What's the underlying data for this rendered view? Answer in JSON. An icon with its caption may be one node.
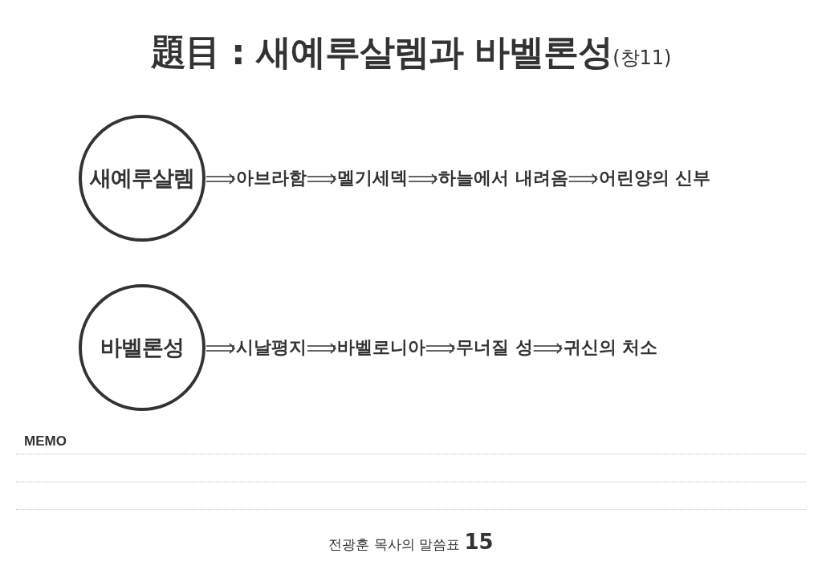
{
  "diagram": {
    "title": "題目 : 새예루살렘과 바벨론성$_{(창11)}$",
    "nodes": [
      {
        "text": [
          "새예루살렘"
        ]
      },
      {
        "text": [
          "아브라함"
        ]
      },
      {
        "text": [
          "멜기세덱"
        ]
      },
      {
        "text": [
          "하늘에서 내려옴"
        ]
      },
      {
        "text": [
          "어린양의 신부"
        ]
      },
      {
        "text": [
          "바벨론성"
        ]
      },
      {
        "text": [
          "시날평지"
        ]
      },
      {
        "text": [
          "바벨로니아"
        ]
      },
      {
        "text": [
          "무너질 성"
        ]
      },
      {
        "text": [
          "귀신의 처소"
        ]
      }
    ],
    "edges": [
      {
        "from": 0,
        "to": 1,
        "arrow": "to"
      },
      {
        "from": 1,
        "to": 2,
        "arrow": "to"
      },
      {
        "from": 2,
        "to": 3,
        "arrow": "to"
      },
      {
        "from": 3,
        "to": 4,
        "arrow": "to"
      },
      {
        "from": 5,
        "to": 6,
        "arrow": "to"
      },
      {
        "from": 6,
        "to": 7,
        "arrow": "to"
      },
      {
        "from": 7,
        "to": 8,
        "arrow": "to"
      },
      {
        "from": 8,
        "to": 9,
        "arrow": "to"
      }
    ],
    "labels": [
      "MEMO",
      "전광훈 목사의 말씀표 **15**"
    ]
  }
}
